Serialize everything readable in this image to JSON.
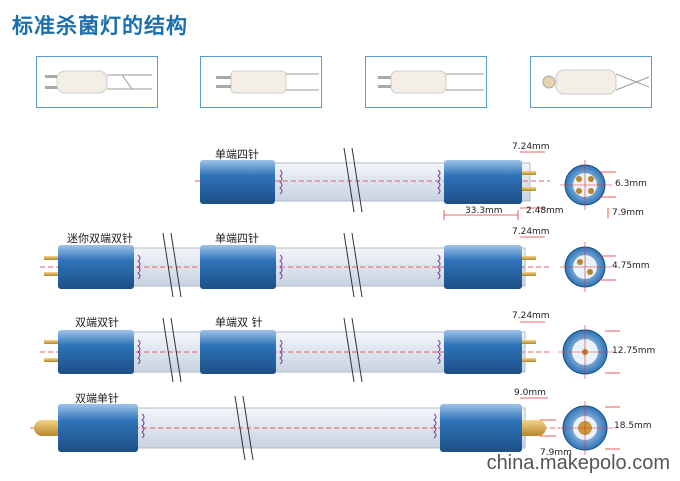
{
  "title": "标准杀菌灯的结构",
  "watermark": "china.makepolo.com",
  "colors": {
    "accent": "#1a6fae",
    "cap": "#2e74b8",
    "glass": "#dde4ee",
    "dim": "#e53030",
    "thumb_border": "#5a9ad6"
  },
  "rows": [
    {
      "type_label": "单端四针",
      "dims": [
        "7.24mm",
        "33.3mm",
        "2.48mm"
      ],
      "circle_dims": [
        "6.3mm",
        "7.9mm"
      ]
    },
    {
      "type_label_left": "迷你双端双针",
      "type_label": "单端四针",
      "dims": [
        "7.24mm"
      ],
      "circle_dims": [
        "4.75mm"
      ]
    },
    {
      "type_label_left": "双端双针",
      "type_label": "单端双 针",
      "dims": [
        "7.24mm"
      ],
      "circle_dims": [
        "12.75mm"
      ]
    },
    {
      "type_label_left": "双端单针",
      "dims": [
        "9.0mm",
        "7.9mm"
      ],
      "circle_dims": [
        "18.5mm"
      ]
    }
  ]
}
